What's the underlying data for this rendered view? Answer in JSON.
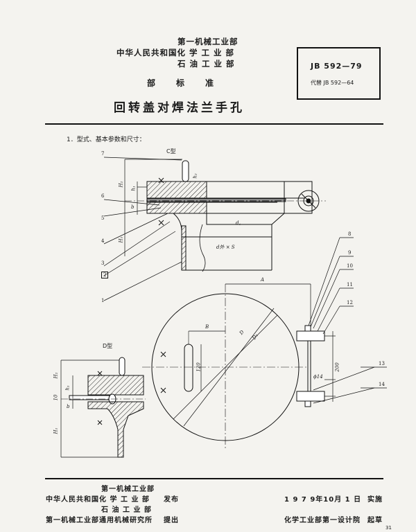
{
  "header": {
    "issuer_lines": [
      "第一机械工业部",
      "中华人民共和国化 学 工 业 部",
      "石 油 工 业 部"
    ],
    "standard_type": "部　　标　　准",
    "title": "回转盖对焊法兰手孔",
    "code": "JB 592—79",
    "replaces": "代替 JB 592—64"
  },
  "section": {
    "heading": "1．型式、基本参数和尺寸："
  },
  "figure": {
    "c_type_label": "C型",
    "d_type_label": "D型",
    "callouts": [
      "7",
      "6",
      "5",
      "4",
      "3",
      "2",
      "1",
      "8",
      "9",
      "10",
      "11",
      "12",
      "13",
      "14"
    ],
    "dim_labels": {
      "H1": "H₁",
      "H2": "H₂",
      "h1": "h₁",
      "h2": "h₂",
      "b": "b",
      "dc": "d꜀",
      "dw": "d外 × S",
      "A": "A",
      "B": "B",
      "D": "D",
      "D1": "D₁",
      "d14": "ϕ14",
      "l120": "120",
      "l200": "200",
      "s10": "10"
    }
  },
  "footer": {
    "left_issuers": [
      "第一机械工业部",
      "中华人民共和国化 学 工 业 部",
      "石 油 工 业 部"
    ],
    "published": "发布",
    "proposer": "第一机械工业部通用机械研究所",
    "proposed": "提出",
    "date": "1 9 7 9年10月 1 日",
    "effective": "实施",
    "drafter": "化学工业部第一设计院",
    "drafted": "起草",
    "page_number": "31"
  }
}
